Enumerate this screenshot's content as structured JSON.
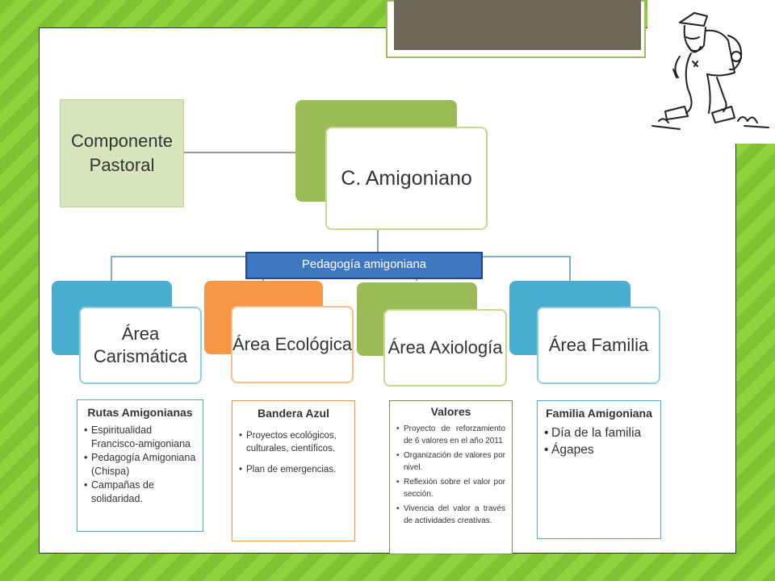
{
  "diagram": {
    "side_box": {
      "label": "Componente Pastoral"
    },
    "root": {
      "label": "C. Amigoniano"
    },
    "band": {
      "label": "Pedagogía amigoniana"
    },
    "areas": [
      {
        "label": "Área Carismática",
        "color": "#4aaed0"
      },
      {
        "label": "Área Ecológica",
        "color": "#f79646"
      },
      {
        "label": "Área Axiología",
        "color": "#9bbb59"
      },
      {
        "label": "Área Familia",
        "color": "#4aaed0"
      }
    ],
    "notes": [
      {
        "title": "Rutas Amigonianas",
        "items": [
          "Espiritualidad Francisco-amigoniana",
          "Pedagogía Amigoniana (Chispa)",
          "Campañas de solidaridad."
        ]
      },
      {
        "title": "Bandera Azul",
        "items": [
          "Proyectos ecológicos, culturales, científicos.",
          "Plan de emergencias."
        ]
      },
      {
        "title": "Valores",
        "items": [
          "Proyecto de reforzamiento de 6 valores en el año 2011",
          "Organización de valores por nivel.",
          "Reflexión sobre el valor por sección.",
          "Vivencia del valor a través de actividades creativas."
        ]
      },
      {
        "title": "Familia Amigoniana",
        "items": [
          "Día de la familia",
          "Ágapes"
        ]
      }
    ]
  },
  "colors": {
    "root": "#9bbb59",
    "band": "#3f78c1",
    "pastoral": "#d7e5bd",
    "background": "#8ed33c",
    "title_bar": "#6f665a"
  }
}
